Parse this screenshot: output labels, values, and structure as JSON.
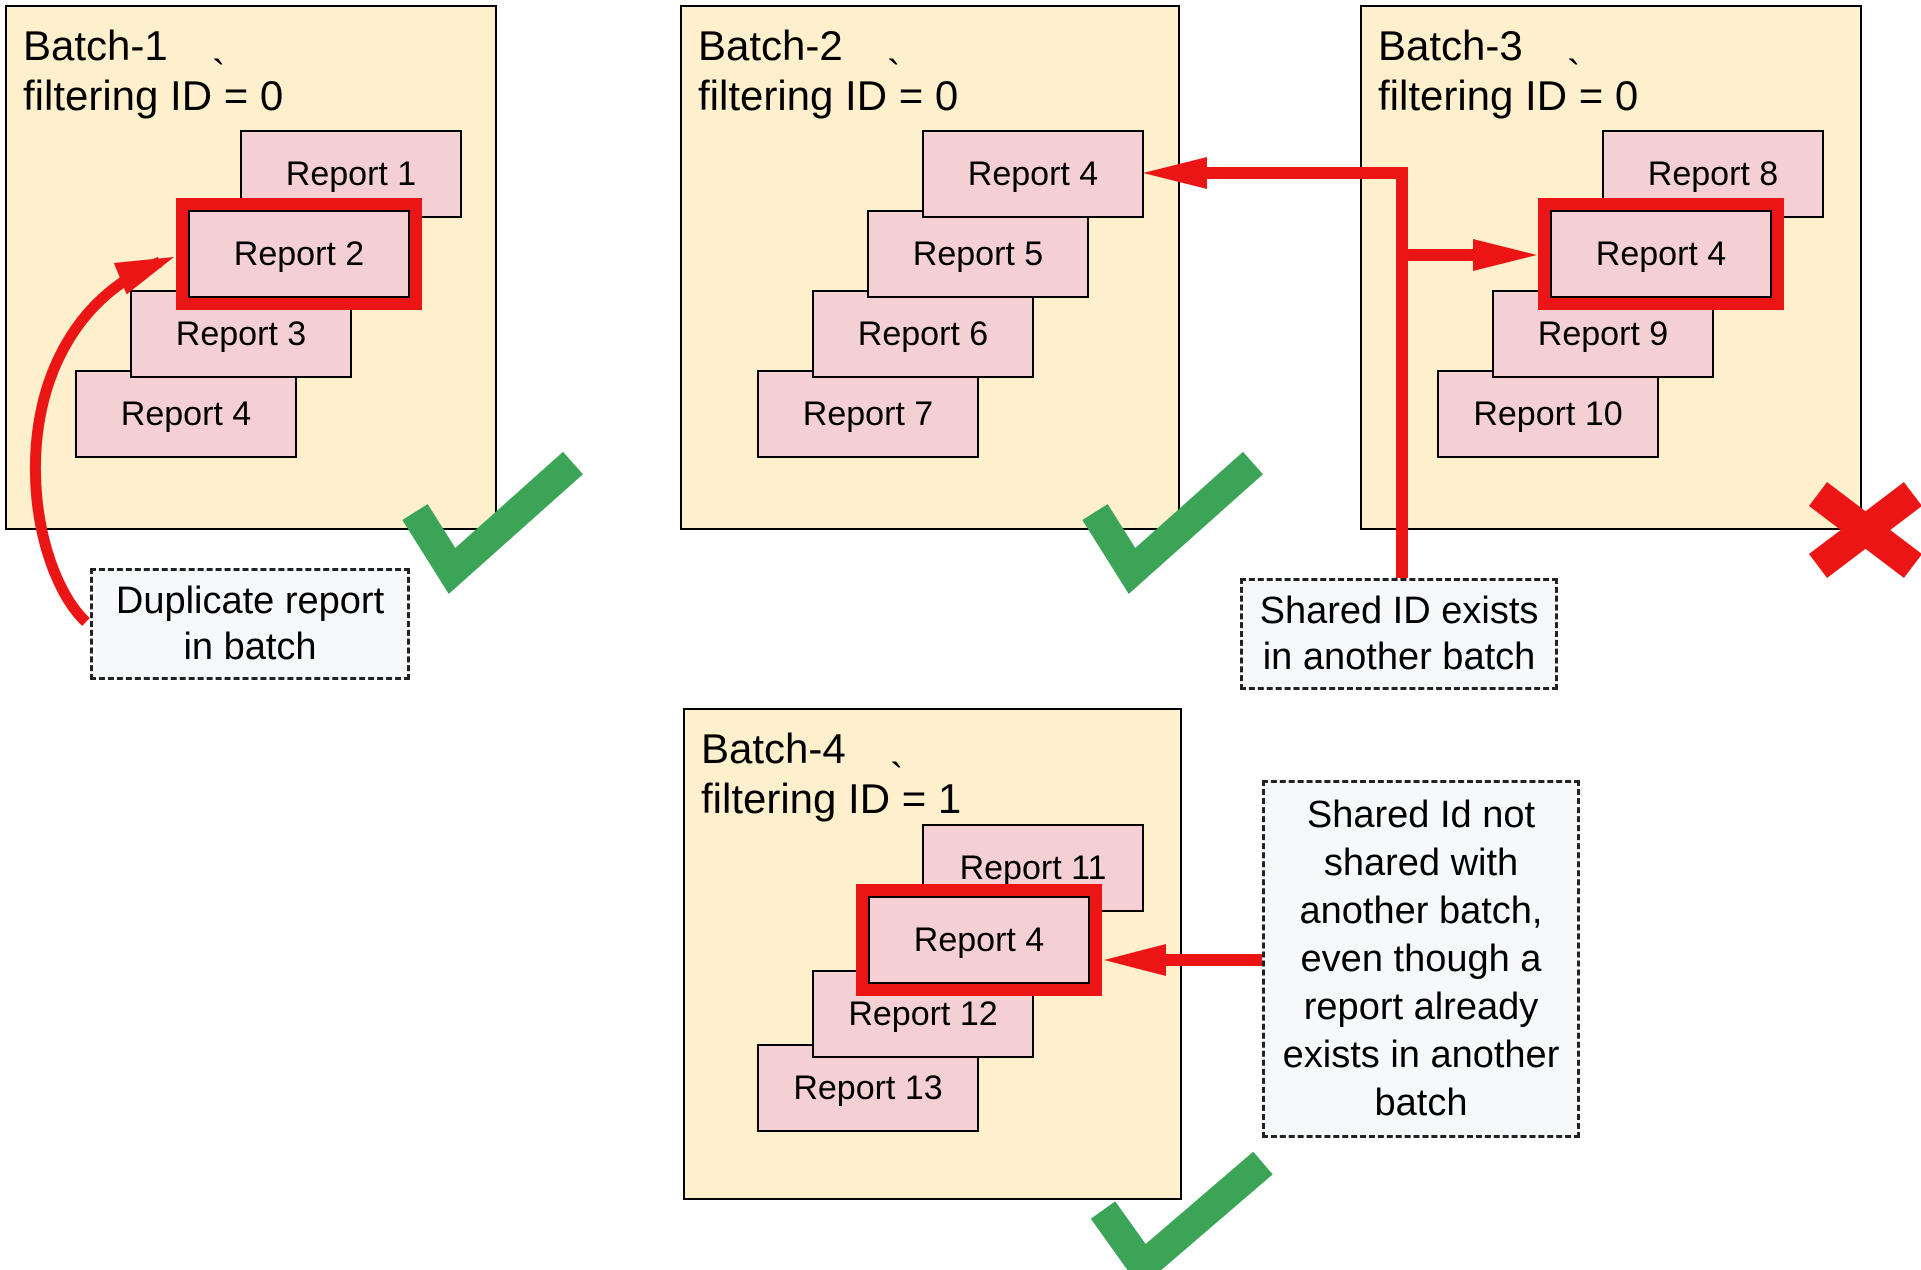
{
  "stray_mark": "`",
  "batches": [
    {
      "name": "Batch-1",
      "title_line1": "Batch-1",
      "title_line2": "filtering ID = 0",
      "status": "valid",
      "status_icon": "green-checkmark",
      "reports": [
        {
          "label": "Report 1",
          "highlighted": false
        },
        {
          "label": "Report 2",
          "highlighted": true
        },
        {
          "label": "Report 3",
          "highlighted": false
        },
        {
          "label": "Report 4",
          "highlighted": false
        }
      ]
    },
    {
      "name": "Batch-2",
      "title_line1": "Batch-2",
      "title_line2": "filtering ID = 0",
      "status": "valid",
      "status_icon": "green-checkmark",
      "reports": [
        {
          "label": "Report 4",
          "highlighted": false
        },
        {
          "label": "Report 5",
          "highlighted": false
        },
        {
          "label": "Report 6",
          "highlighted": false
        },
        {
          "label": "Report 7",
          "highlighted": false
        }
      ]
    },
    {
      "name": "Batch-3",
      "title_line1": "Batch-3",
      "title_line2": "filtering ID = 0",
      "status": "invalid",
      "status_icon": "red-x",
      "reports": [
        {
          "label": "Report 8",
          "highlighted": false
        },
        {
          "label": "Report 4",
          "highlighted": true
        },
        {
          "label": "Report 9",
          "highlighted": false
        },
        {
          "label": "Report 10",
          "highlighted": false
        }
      ]
    },
    {
      "name": "Batch-4",
      "title_line1": "Batch-4",
      "title_line2": "filtering ID = 1",
      "status": "valid",
      "status_icon": "green-checkmark",
      "reports": [
        {
          "label": "Report 11",
          "highlighted": false
        },
        {
          "label": "Report 4",
          "highlighted": true
        },
        {
          "label": "Report 12",
          "highlighted": false
        },
        {
          "label": "Report 13",
          "highlighted": false
        }
      ]
    }
  ],
  "annotations": [
    {
      "id": "duplicate-report",
      "lines": [
        "Duplicate report",
        "in batch"
      ]
    },
    {
      "id": "shared-id-exists",
      "lines": [
        "Shared ID exists",
        "in another batch"
      ]
    },
    {
      "id": "shared-id-not-shared",
      "lines": [
        "Shared Id not",
        "shared with",
        "another batch,",
        "even though a",
        "report already",
        "exists in another",
        "batch"
      ]
    }
  ],
  "colors": {
    "batch_fill": "#FEF0CC",
    "report_fill": "#F4CFD3",
    "highlight_red": "#EC1515",
    "check_green": "#3BA457",
    "annotation_fill": "#F6F8FA",
    "border": "#000000"
  }
}
